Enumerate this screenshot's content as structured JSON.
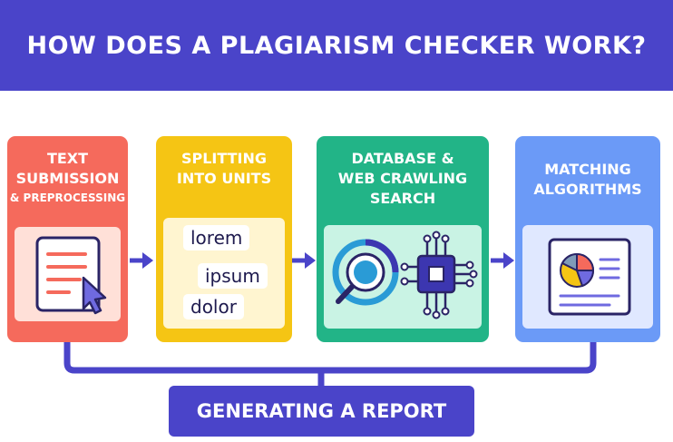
{
  "header": {
    "title": "HOW DOES A PLAGIARISM CHECKER WORK?"
  },
  "steps": [
    {
      "title_line1": "TEXT",
      "title_line2": "SUBMISSION",
      "title_line3": "& PREPROCESSING",
      "icon": "document-cursor-icon"
    },
    {
      "title_line1": "SPLITTING",
      "title_line2": "INTO UNITS",
      "words": [
        "lorem",
        "ipsum",
        "dolor"
      ]
    },
    {
      "title_line1": "DATABASE &",
      "title_line2": "WEB CRAWLING",
      "title_line3": "SEARCH",
      "icon": "magnifier-chip-icon"
    },
    {
      "title_line1": "MATCHING",
      "title_line2": "ALGORITHMS",
      "icon": "report-pie-chart-icon"
    }
  ],
  "footer": {
    "report_label": "GENERATING A REPORT"
  },
  "colors": {
    "primary": "#4a44c9",
    "step1": "#f56a5c",
    "step2": "#f5c514",
    "step3": "#22b487",
    "step4": "#6b9af7"
  }
}
